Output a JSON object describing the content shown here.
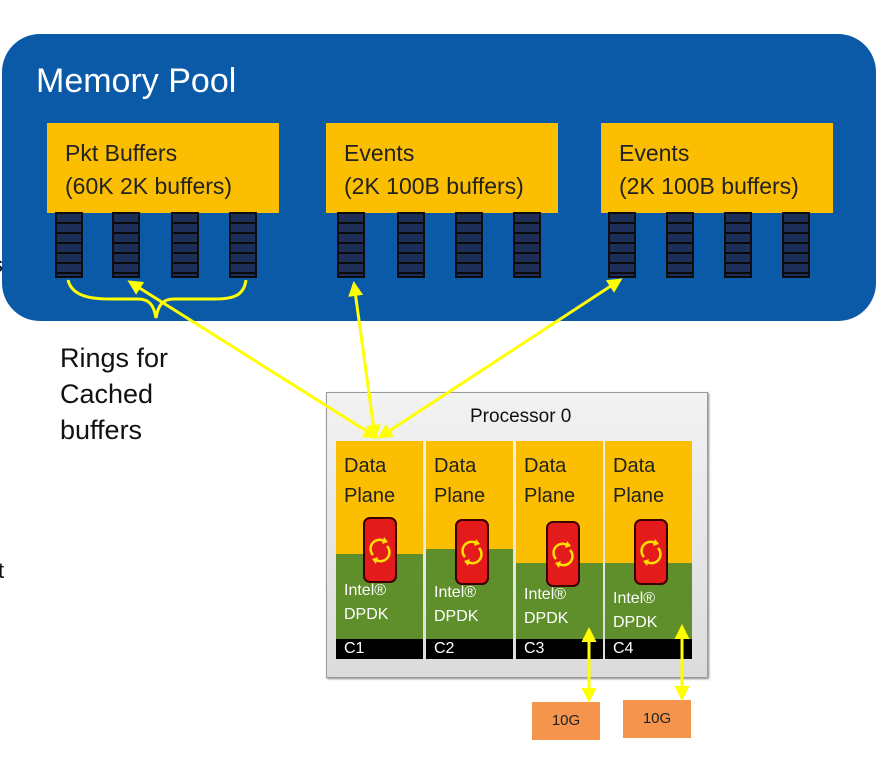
{
  "memory_pool": {
    "title": "Memory Pool",
    "buffer_pools": [
      {
        "line1": "Pkt Buffers",
        "line2": "(60K 2K buffers)"
      },
      {
        "line1": "Events",
        "line2": "(2K 100B buffers)"
      },
      {
        "line1": "Events",
        "line2": "(2K 100B buffers)"
      }
    ]
  },
  "rings_label": {
    "line1": "Rings for",
    "line2": "Cached",
    "line3": "buffers"
  },
  "edge_marks": {
    "upper": "s",
    "lower": "t"
  },
  "processor": {
    "title": "Processor 0",
    "cores": [
      {
        "line1": "Data",
        "line2": "Plane",
        "brand": "Intel®",
        "sdk": "DPDK",
        "id": "C1"
      },
      {
        "line1": "Data",
        "line2": "Plane",
        "brand": "Intel®",
        "sdk": "DPDK",
        "id": "C2"
      },
      {
        "line1": "Data",
        "line2": "Plane",
        "brand": "Intel®",
        "sdk": "DPDK",
        "id": "C3"
      },
      {
        "line1": "Data",
        "line2": "Plane",
        "brand": "Intel®",
        "sdk": "DPDK",
        "id": "C4"
      }
    ]
  },
  "ports": [
    {
      "label": "10G"
    },
    {
      "label": "10G"
    }
  ],
  "colors": {
    "pool": "#0a5aa8",
    "buffer": "#fbbe00",
    "ring": "#1d2f58",
    "arrow": "#ffff00",
    "core_top": "#fbbe00",
    "core_bottom": "#5f8f2b",
    "chip": "#e31b1b",
    "port": "#f5954d"
  }
}
